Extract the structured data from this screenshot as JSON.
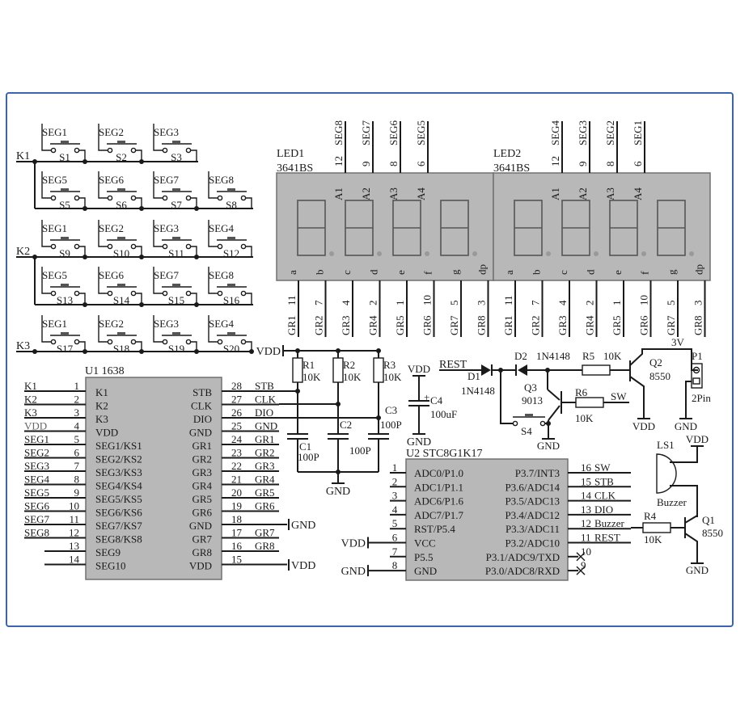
{
  "keypad": {
    "rows": [
      {
        "line": "K1",
        "groups": [
          {
            "row": [
              {
                "seg": "SEG1",
                "sw": "S1"
              },
              {
                "seg": "SEG2",
                "sw": "S2"
              },
              {
                "seg": "SEG3",
                "sw": "S3"
              }
            ]
          },
          {
            "row": [
              {
                "seg": "SEG5",
                "sw": "S5"
              },
              {
                "seg": "SEG6",
                "sw": "S6"
              },
              {
                "seg": "SEG7",
                "sw": "S7"
              },
              {
                "seg": "SEG8",
                "sw": "S8"
              }
            ]
          }
        ]
      },
      {
        "line": "K2",
        "groups": [
          {
            "row": [
              {
                "seg": "SEG1",
                "sw": "S9"
              },
              {
                "seg": "SEG2",
                "sw": "S10"
              },
              {
                "seg": "SEG3",
                "sw": "S11"
              },
              {
                "seg": "SEG4",
                "sw": "S12"
              }
            ]
          },
          {
            "row": [
              {
                "seg": "SEG5",
                "sw": "S13"
              },
              {
                "seg": "SEG6",
                "sw": "S14"
              },
              {
                "seg": "SEG7",
                "sw": "S15"
              },
              {
                "seg": "SEG8",
                "sw": "S16"
              }
            ]
          }
        ]
      },
      {
        "line": "K3",
        "groups": [
          {
            "row": [
              {
                "seg": "SEG1",
                "sw": "S17"
              },
              {
                "seg": "SEG2",
                "sw": "S18"
              },
              {
                "seg": "SEG3",
                "sw": "S19"
              },
              {
                "seg": "SEG4",
                "sw": "S20"
              }
            ]
          }
        ]
      }
    ]
  },
  "leds": [
    {
      "name": "LED1",
      "part": "3641BS",
      "top_pins": [
        {
          "num": "12",
          "net": "SEG8",
          "label": "A1"
        },
        {
          "num": "9",
          "net": "SEG7",
          "label": "A2"
        },
        {
          "num": "8",
          "net": "SEG6",
          "label": "A3"
        },
        {
          "num": "6",
          "net": "SEG5",
          "label": "A4"
        }
      ],
      "segment_labels": [
        "a",
        "b",
        "c",
        "d",
        "e",
        "f",
        "g",
        "dp"
      ],
      "bottom_pins": [
        {
          "net": "GR1",
          "num": "11"
        },
        {
          "net": "GR2",
          "num": "7"
        },
        {
          "net": "GR3",
          "num": "4"
        },
        {
          "net": "GR4",
          "num": "2"
        },
        {
          "net": "GR5",
          "num": "1"
        },
        {
          "net": "GR6",
          "num": "10"
        },
        {
          "net": "GR7",
          "num": "5"
        },
        {
          "net": "GR8",
          "num": "3"
        }
      ]
    },
    {
      "name": "LED2",
      "part": "3641BS",
      "top_pins": [
        {
          "num": "12",
          "net": "SEG4",
          "label": "A1"
        },
        {
          "num": "9",
          "net": "SEG3",
          "label": "A2"
        },
        {
          "num": "8",
          "net": "SEG2",
          "label": "A3"
        },
        {
          "num": "6",
          "net": "SEG1",
          "label": "A4"
        }
      ],
      "segment_labels": [
        "a",
        "b",
        "c",
        "d",
        "e",
        "f",
        "g",
        "dp"
      ],
      "bottom_pins": [
        {
          "net": "GR1",
          "num": "11"
        },
        {
          "net": "GR2",
          "num": "7"
        },
        {
          "net": "GR3",
          "num": "4"
        },
        {
          "net": "GR4",
          "num": "2"
        },
        {
          "net": "GR5",
          "num": "1"
        },
        {
          "net": "GR6",
          "num": "10"
        },
        {
          "net": "GR7",
          "num": "5"
        },
        {
          "net": "GR8",
          "num": "3"
        }
      ]
    }
  ],
  "u1": {
    "title": "U1  1638",
    "left": [
      {
        "net": "K1",
        "num": "1",
        "pin": "K1"
      },
      {
        "net": "K2",
        "num": "2",
        "pin": "K2"
      },
      {
        "net": "K3",
        "num": "3",
        "pin": "K3"
      },
      {
        "net": "VDD",
        "num": "4",
        "pin": "VDD"
      },
      {
        "net": "SEG1",
        "num": "5",
        "pin": "SEG1/KS1"
      },
      {
        "net": "SEG2",
        "num": "6",
        "pin": "SEG2/KS2"
      },
      {
        "net": "SEG3",
        "num": "7",
        "pin": "SEG3/KS3"
      },
      {
        "net": "SEG4",
        "num": "8",
        "pin": "SEG4/KS4"
      },
      {
        "net": "SEG5",
        "num": "9",
        "pin": "SEG5/KS5"
      },
      {
        "net": "SEG6",
        "num": "10",
        "pin": "SEG6/KS6"
      },
      {
        "net": "SEG7",
        "num": "11",
        "pin": "SEG7/KS7"
      },
      {
        "net": "SEG8",
        "num": "12",
        "pin": "SEG8/KS8"
      },
      {
        "net": "",
        "num": "13",
        "pin": "SEG9"
      },
      {
        "net": "",
        "num": "14",
        "pin": "SEG10"
      }
    ],
    "right": [
      {
        "num": "28",
        "net": "STB",
        "pin": "STB"
      },
      {
        "num": "27",
        "net": "CLK",
        "pin": "CLK"
      },
      {
        "num": "26",
        "net": "DIO",
        "pin": "DIO"
      },
      {
        "num": "25",
        "net": "GND",
        "pin": "GND"
      },
      {
        "num": "24",
        "net": "GR1",
        "pin": "GR1"
      },
      {
        "num": "23",
        "net": "GR2",
        "pin": "GR2"
      },
      {
        "num": "22",
        "net": "GR3",
        "pin": "GR3"
      },
      {
        "num": "21",
        "net": "GR4",
        "pin": "GR4"
      },
      {
        "num": "20",
        "net": "GR5",
        "pin": "GR5"
      },
      {
        "num": "19",
        "net": "GR6",
        "pin": "GR6"
      },
      {
        "num": "18",
        "net": "",
        "pin": "GND"
      },
      {
        "num": "17",
        "net": "GR7",
        "pin": "GR7"
      },
      {
        "num": "16",
        "net": "GR8",
        "pin": "GR8"
      },
      {
        "num": "15",
        "net": "",
        "pin": "VDD"
      }
    ],
    "rail_gnd": "GND",
    "rail_vdd": "VDD"
  },
  "pullups": {
    "vdd": "VDD",
    "gnd": "GND",
    "resistors": [
      {
        "ref": "R1",
        "val": "10K"
      },
      {
        "ref": "R2",
        "val": "10K"
      },
      {
        "ref": "R3",
        "val": "10K"
      }
    ],
    "caps": [
      {
        "ref": "C1",
        "val": "100P"
      },
      {
        "ref": "C2",
        "val": "100P"
      },
      {
        "ref": "C3",
        "val": "100P"
      }
    ]
  },
  "c4": {
    "ref": "C4",
    "val": "100uF",
    "vdd": "VDD",
    "gnd": "GND",
    "plus": "+"
  },
  "power": {
    "rest": "REST",
    "d1": {
      "ref": "D1",
      "val": "1N4148"
    },
    "d2": {
      "ref": "D2",
      "val": "1N4148"
    },
    "r5": {
      "ref": "R5",
      "val": "10K"
    },
    "r6": {
      "ref": "R6",
      "val": "10K"
    },
    "q2": {
      "ref": "Q2",
      "val": "8550"
    },
    "q3": {
      "ref": "Q3",
      "val": "9013"
    },
    "s4": "S4",
    "sw": "SW",
    "v3": "3V",
    "p1": {
      "ref": "P1",
      "val": "2Pin"
    },
    "vdd": "VDD",
    "gnd": "GND"
  },
  "u2": {
    "title": "U2    STC8G1K17",
    "left": [
      {
        "num": "1",
        "pin": "ADC0/P1.0",
        "net": ""
      },
      {
        "num": "2",
        "pin": "ADC1/P1.1",
        "net": ""
      },
      {
        "num": "3",
        "pin": "ADC6/P1.6",
        "net": ""
      },
      {
        "num": "4",
        "pin": "ADC7/P1.7",
        "net": ""
      },
      {
        "num": "5",
        "pin": "RST/P5.4",
        "net": ""
      },
      {
        "num": "6",
        "pin": "VCC",
        "net": "VDD"
      },
      {
        "num": "7",
        "pin": "P5.5",
        "net": ""
      },
      {
        "num": "8",
        "pin": "GND",
        "net": "GND"
      }
    ],
    "right": [
      {
        "num": "16",
        "pin": "P3.7/INT3",
        "net": "SW"
      },
      {
        "num": "15",
        "pin": "P3.6/ADC14",
        "net": "STB"
      },
      {
        "num": "14",
        "pin": "P3.5/ADC13",
        "net": "CLK"
      },
      {
        "num": "13",
        "pin": "P3.4/ADC12",
        "net": "DIO"
      },
      {
        "num": "12",
        "pin": "P3.3/ADC11",
        "net": "Buzzer"
      },
      {
        "num": "11",
        "pin": "P3.2/ADC10",
        "net": "REST"
      },
      {
        "num": "10",
        "pin": "P3.1/ADC9/TXD",
        "net": ""
      },
      {
        "num": "9",
        "pin": "P3.0/ADC8/RXD",
        "net": ""
      }
    ]
  },
  "buzzer": {
    "ls1": "LS1",
    "label": "Buzzer",
    "vdd": "VDD",
    "gnd": "GND",
    "r4": {
      "ref": "R4",
      "val": "10K"
    },
    "q1": {
      "ref": "Q1",
      "val": "8550"
    }
  }
}
